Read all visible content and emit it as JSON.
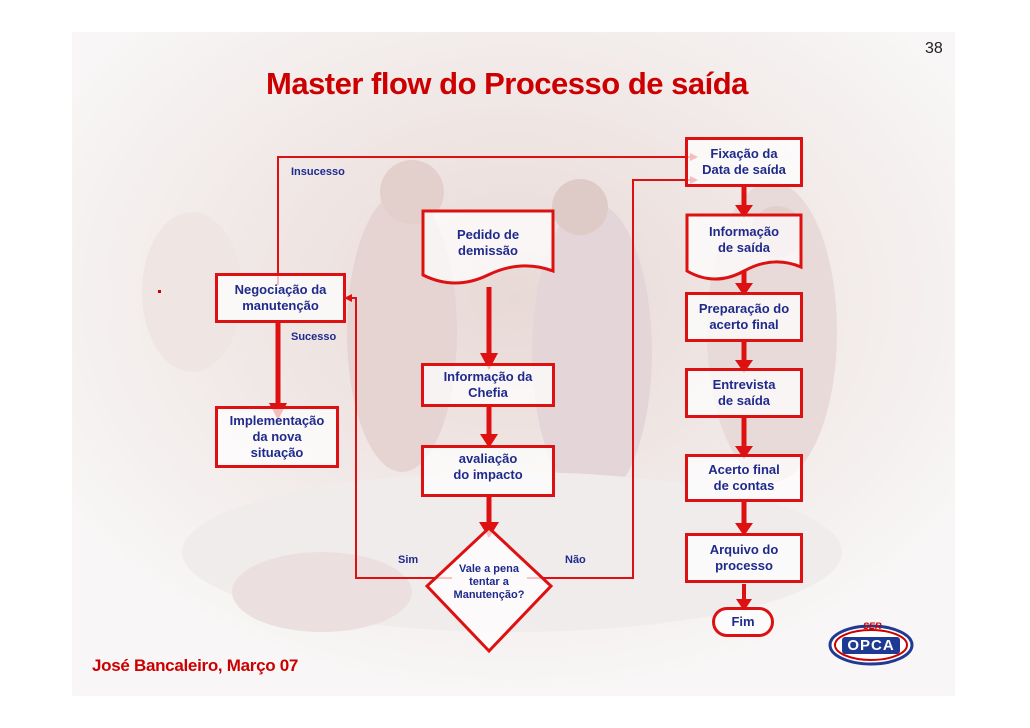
{
  "page_number": "38",
  "title": "Master flow  do Processo de saída",
  "author": "José Bancaleiro,  Março 07",
  "colors": {
    "accent": "#dd1111",
    "text": "#1f2a8c",
    "title": "#cc0000"
  },
  "nodes": {
    "pedido": "Pedido de\ndemissão",
    "info_chefia": "Informação da\nChefia",
    "avaliacao": "avaliação\ndo impacto",
    "decisao": "Vale a pena\ntentar a\nManutenção?",
    "negociacao": "Negociação da\nmanutenção",
    "implementacao": "Implementação\nda nova\nsituação",
    "fixacao": "Fixação da\nData de saída",
    "informacao_saida": "Informação\nde saída",
    "preparacao": "Preparação do\nacerto final",
    "entrevista": "Entrevista\nde saída",
    "acerto": "Acerto final\nde contas",
    "arquivo": "Arquivo do\nprocesso",
    "fim": "Fim"
  },
  "edge_labels": {
    "insucesso": "Insucesso",
    "sucesso": "Sucesso",
    "sim": "Sim",
    "nao": "Não"
  },
  "logo": {
    "small_text": "SER",
    "main_text": "OPCA"
  }
}
